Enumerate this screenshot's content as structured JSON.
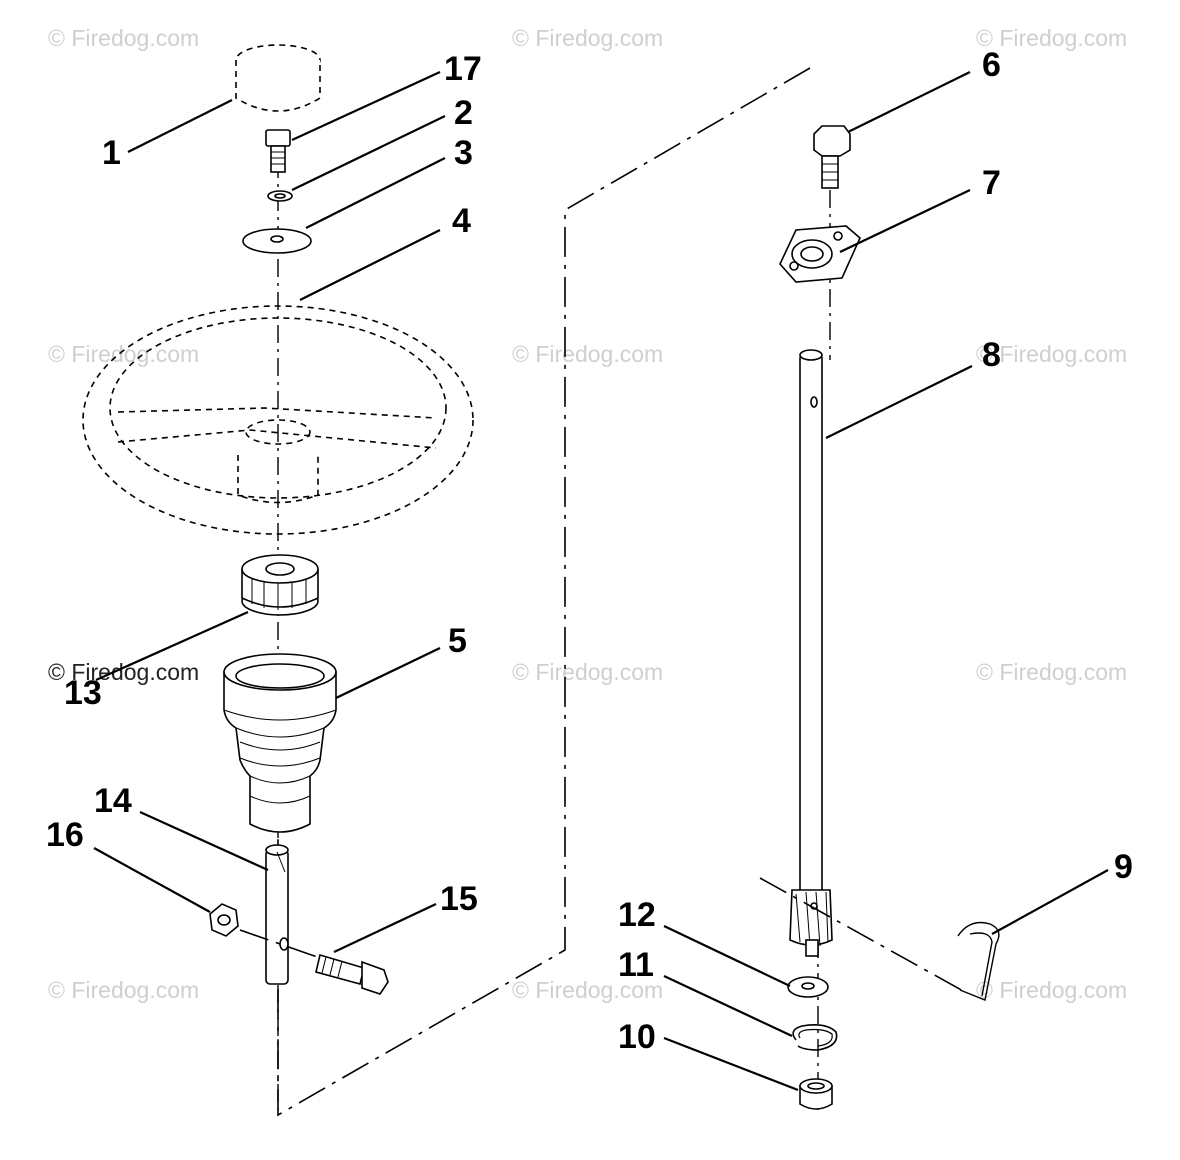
{
  "watermark": "© Firedog.com",
  "callouts": {
    "c1": "1",
    "c2": "2",
    "c3": "3",
    "c4": "4",
    "c5": "5",
    "c6": "6",
    "c7": "7",
    "c8": "8",
    "c9": "9",
    "c10": "10",
    "c11": "11",
    "c12": "12",
    "c13": "13",
    "c14": "14",
    "c15": "15",
    "c16": "16",
    "c17": "17"
  }
}
